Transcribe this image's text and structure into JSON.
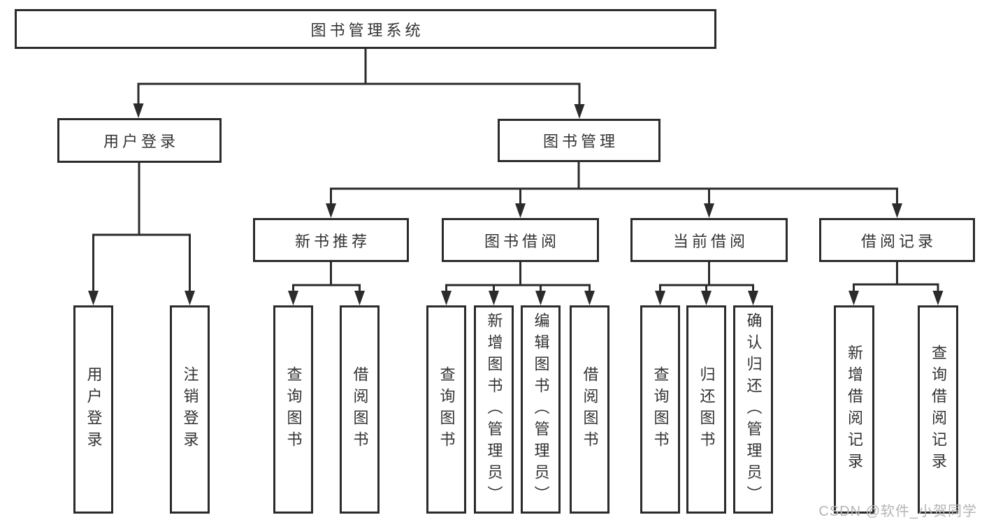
{
  "diagram_title": "图书管理系统",
  "tree": {
    "root": {
      "label": "图书管理系统"
    },
    "children": [
      {
        "label": "用户登录",
        "leaves": [
          {
            "label": "用户登录"
          },
          {
            "label": "注销登录"
          }
        ]
      },
      {
        "label": "图书管理",
        "children": [
          {
            "label": "新书推荐",
            "leaves": [
              {
                "label": "查询图书"
              },
              {
                "label": "借阅图书"
              }
            ]
          },
          {
            "label": "图书借阅",
            "leaves": [
              {
                "label": "查询图书"
              },
              {
                "label": "新增图书（管理员）"
              },
              {
                "label": "编辑图书（管理员）"
              },
              {
                "label": "借阅图书"
              }
            ]
          },
          {
            "label": "当前借阅",
            "leaves": [
              {
                "label": "查询图书"
              },
              {
                "label": "归还图书"
              },
              {
                "label": "确认归还（管理员）"
              }
            ]
          },
          {
            "label": "借阅记录",
            "leaves": [
              {
                "label": "新增借阅记录"
              },
              {
                "label": "查询借阅记录"
              }
            ]
          }
        ]
      }
    ]
  },
  "watermark": "CSDN @软件_小贺同学",
  "colors": {
    "line": "#2b2b2b",
    "box_border": "#2b2b2b",
    "text": "#333333",
    "watermark": "#b5b5b5",
    "background": "#ffffff"
  }
}
